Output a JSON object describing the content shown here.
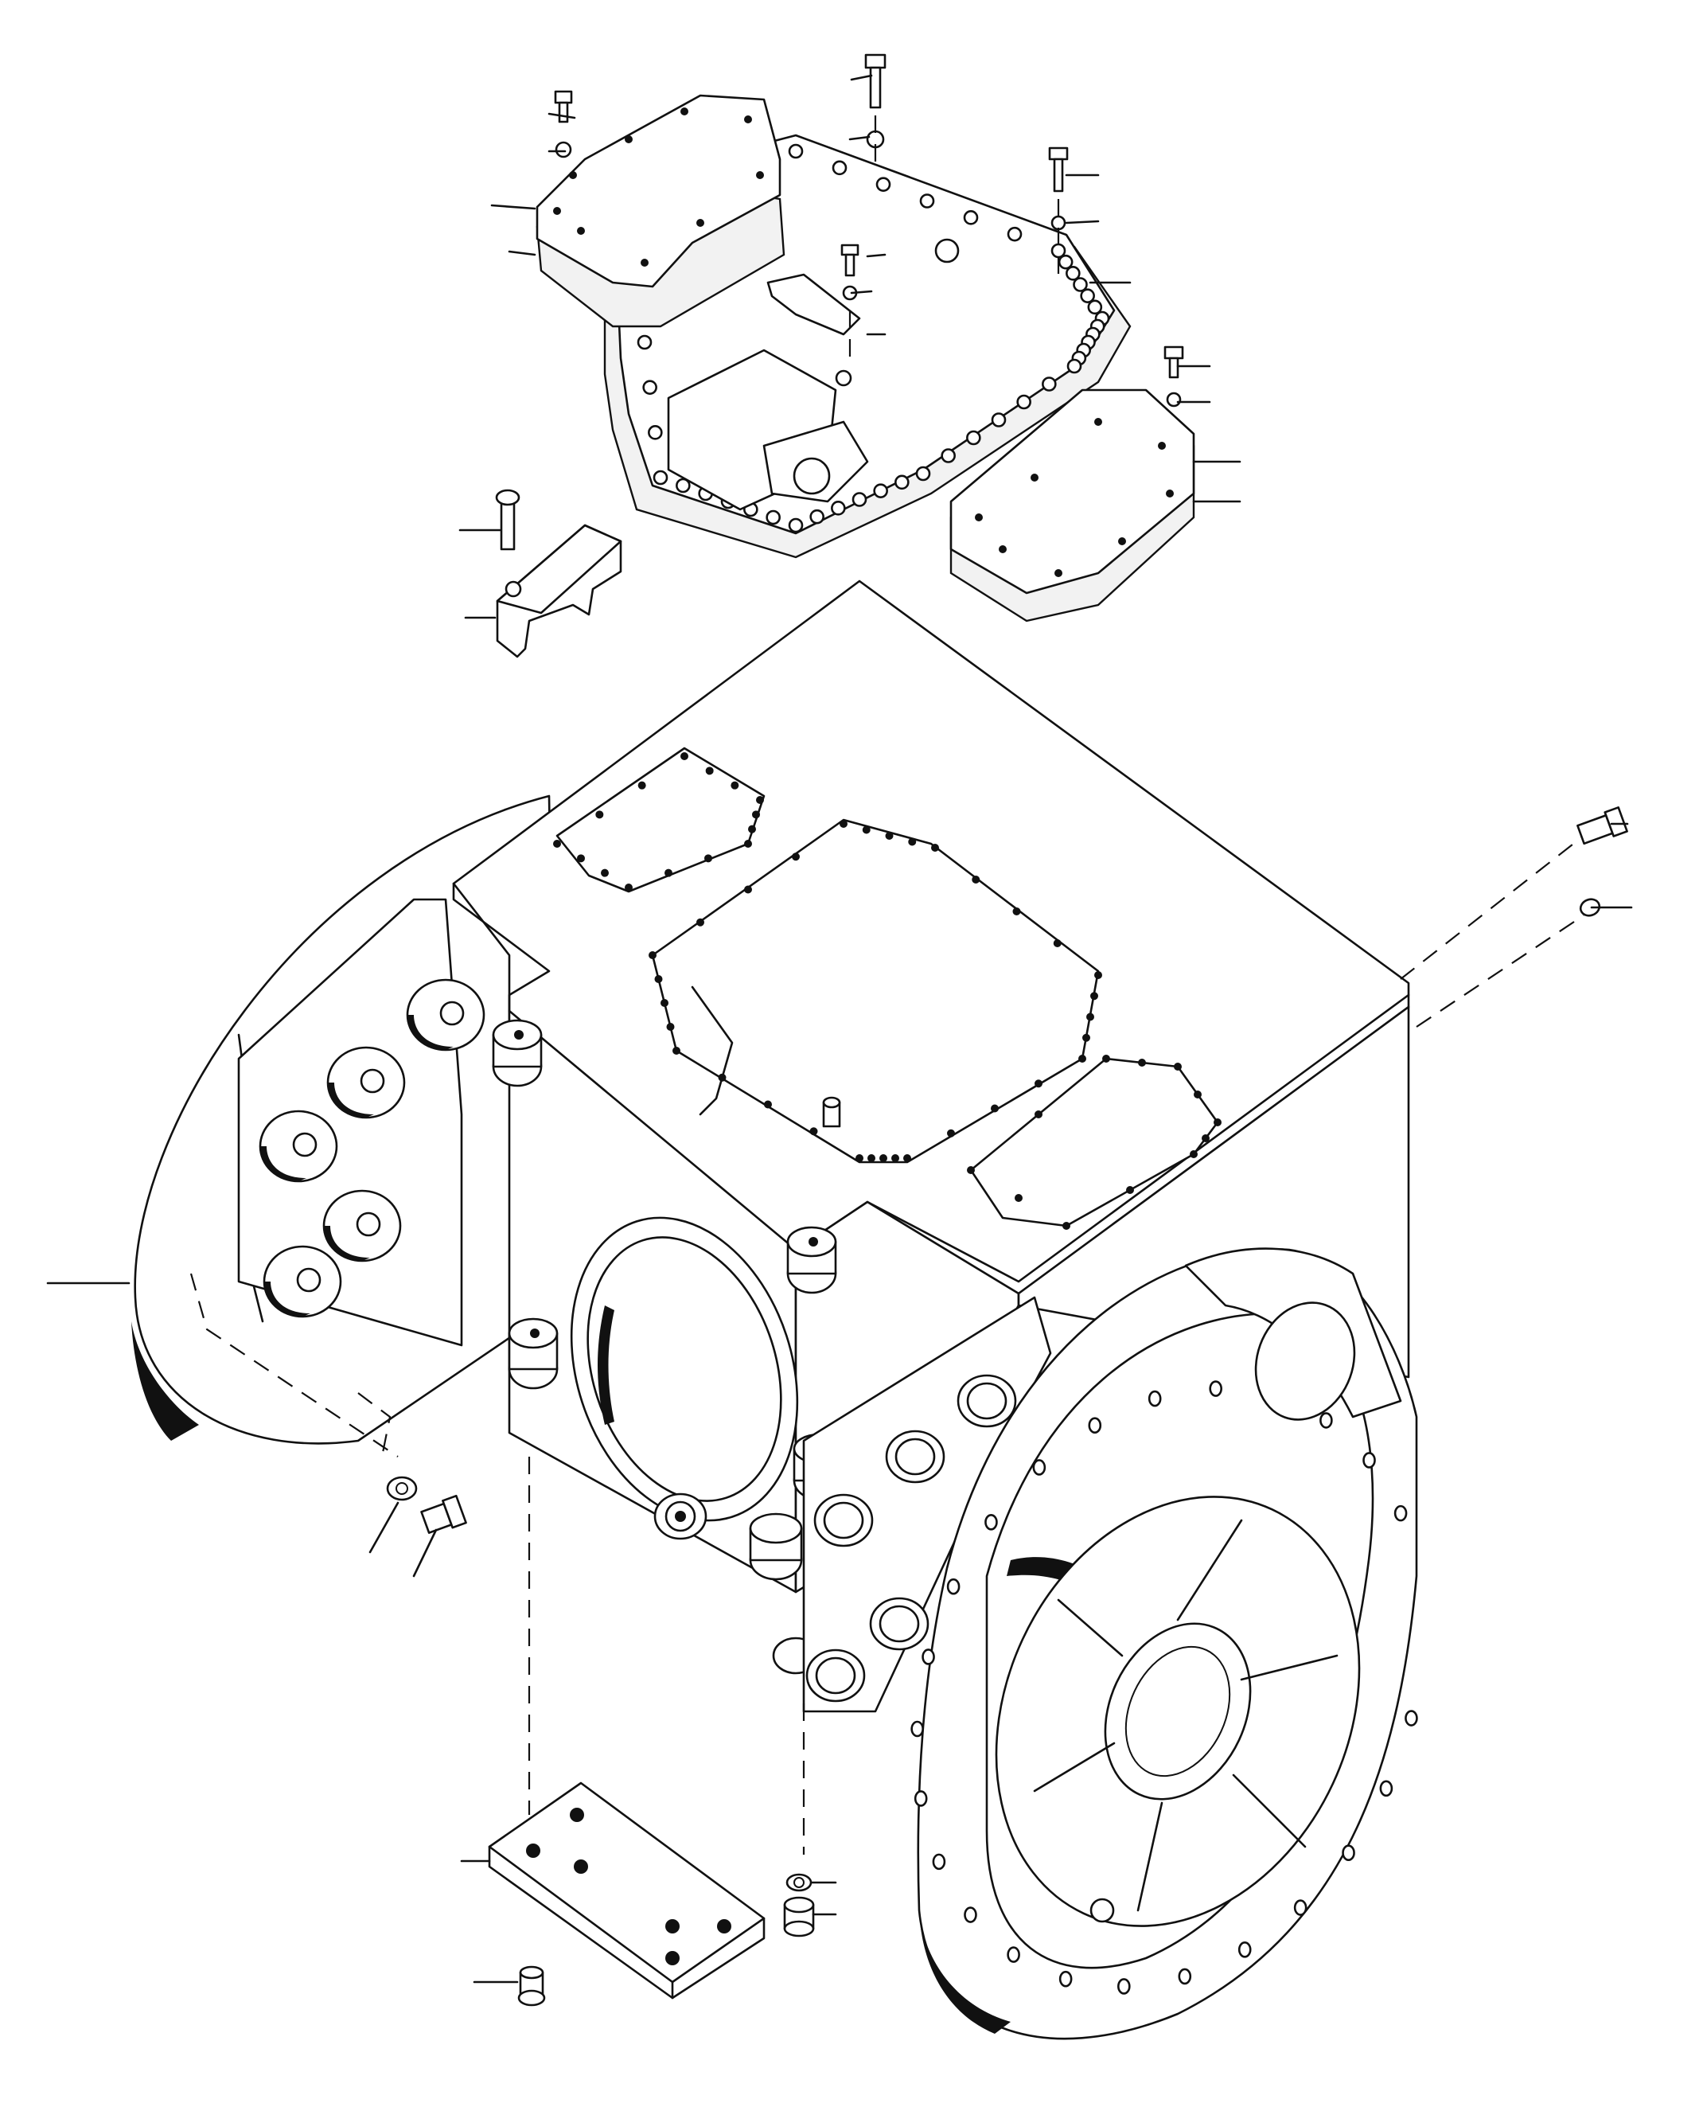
{
  "diagram": {
    "type": "exploded-parts-view",
    "labels_present": false,
    "colors": {
      "line": "#111111",
      "background": "#ffffff"
    },
    "parts": [
      {
        "id": "transmission-housing"
      },
      {
        "id": "valve-body-oil-pan"
      },
      {
        "id": "left-side-cover-plate"
      },
      {
        "id": "right-side-cover-plate"
      },
      {
        "id": "hold-down-clamp"
      },
      {
        "id": "bottom-mounting-plate"
      },
      {
        "id": "bell-housing-flange"
      },
      {
        "id": "drain-plug"
      },
      {
        "id": "side-bolt"
      }
    ]
  }
}
